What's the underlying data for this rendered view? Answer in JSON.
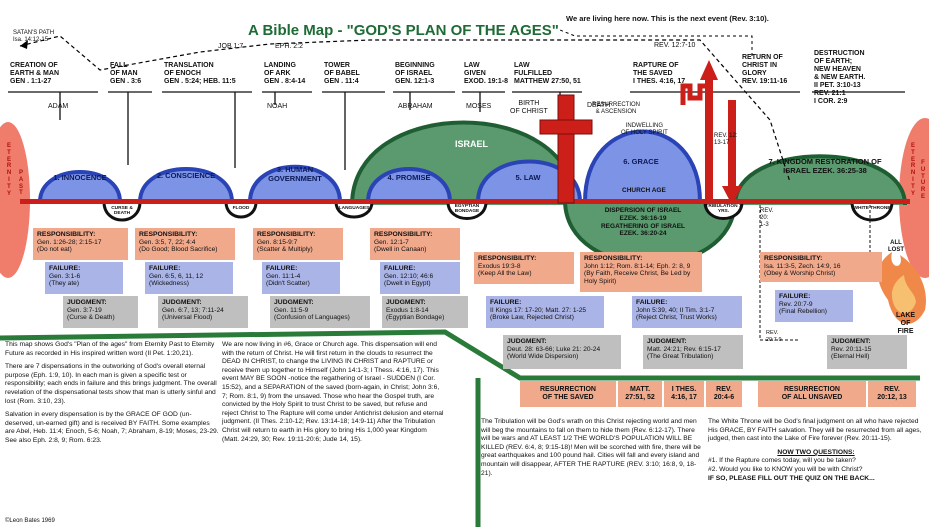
{
  "title": "A Bible Map - \"GOD'S PLAN OF THE AGES\"",
  "now_note": "We are living here now.  This is the next event (Rev. 3:10).",
  "top_refs": {
    "satans_path": "SATAN'S PATH\nIsa. 14:12-15",
    "job": "JOB 1:7",
    "eph": "EPH. 2:2",
    "rev12": "REV. 12:7-10"
  },
  "events": [
    {
      "id": "creation",
      "text": "CREATION OF\nEARTH & MAN\nGEN . 1:1-27"
    },
    {
      "id": "fall",
      "text": "FALL\nOF MAN\nGEN . 3:6"
    },
    {
      "id": "enoch",
      "text": "TRANSLATION\nOF ENOCH\nGEN . 5:24; HEB. 11:5"
    },
    {
      "id": "ark",
      "text": "LANDING\nOF ARK\nGEN . 8:4-14"
    },
    {
      "id": "babel",
      "text": "TOWER\nOF BABEL\nGEN . 11:4"
    },
    {
      "id": "israel",
      "text": "BEGINNING\nOF ISRAEL\nGEN. 12:1-3"
    },
    {
      "id": "law",
      "text": "LAW\nGIVEN\nEXOD. 19:1-8"
    },
    {
      "id": "fulfilled",
      "text": "LAW\nFULFILLED\nMATTHEW 27:50, 51"
    },
    {
      "id": "rapture",
      "text": "RAPTURE OF\nTHE SAVED\nI THES. 4:16, 17"
    },
    {
      "id": "return",
      "text": "RETURN OF\nCHRIST IN\nGLORY\nREV. 19:11-16"
    },
    {
      "id": "destruction",
      "text": "DESTRUCTION\nOF EARTH;\nNEW HEAVEN\n& NEW EARTH.\nII PET. 3:10-13\nREV. 21:1\nI COR. 2:9"
    }
  ],
  "people": {
    "adam": "ADAM",
    "noah": "NOAH",
    "abraham": "ABRAHAM",
    "moses": "MOSES",
    "death": "DEATH",
    "birth": "BIRTH\nOF CHRIST",
    "resurrection": "RESURRECTION\n& ASCENSION",
    "spirit": "INDWELLING\nOF HOLY SPIRIT",
    "israel_arc": "ISRAEL",
    "church_age": "CHURCH AGE",
    "rev_12": "REV. 12:\n13-17",
    "rev_20": "REV.\n20:\n1-3",
    "rev_20_7": "REV.\n20:7-9"
  },
  "eternity": {
    "past": "E\nT\nE\nR\nN\nI\nT\nY",
    "past2": "P\nA\nS\nT",
    "future": "E\nT\nE\nR\nN\nI\nT\nY",
    "future2": "F\nU\nT\nU\nR\nE"
  },
  "periods": [
    {
      "id": "p1",
      "text": "1.\nINNOCENCE"
    },
    {
      "id": "p2",
      "text": "2.\nCONSCIENCE"
    },
    {
      "id": "p3",
      "text": "3.\nHUMAN\nGOVERNMENT"
    },
    {
      "id": "p4",
      "text": "4.\nPROMISE"
    },
    {
      "id": "p5",
      "text": "5.\nLAW"
    },
    {
      "id": "p6",
      "text": "6.\nGRACE"
    },
    {
      "id": "p7",
      "text": "7.\nKINGDOM\nRESTORATION OF\nISRAEL\nEZEK. 36:25-38"
    }
  ],
  "judgment_labels": {
    "curse": "CURSE &\nDEATH",
    "flood": "FLOOD",
    "languages": "LANGUAGES",
    "egypt": "EGYPTIAN\nBONDAGE",
    "trib": "TRIBULATION\n7 YRS.",
    "white": "WHITE\nTHRONE",
    "all_lost": "ALL\nLOST",
    "lake": "LAKE\nOF\nFIRE"
  },
  "dispersion": "DISPERSION OF ISRAEL\nEZEK. 36:16-19\nREGATHERING OF ISRAEL\nEZEK. 36:20-24",
  "resp": [
    {
      "id": "r1",
      "head": "RESPONSIBILITY:",
      "body": "Gen. 1:26-28; 2:15-17\n(Do not eat)"
    },
    {
      "id": "r2",
      "head": "RESPONSIBILITY:",
      "body": "Gen. 3:5, 7, 22;  4:4\n(Do Good; Blood Sacrifice)"
    },
    {
      "id": "r3",
      "head": "RESPONSIBILITY:",
      "body": "Gen. 8:15-9:7\n(Scatter & Multiply)"
    },
    {
      "id": "r4",
      "head": "RESPONSIBILITY:",
      "body": "Gen. 12:1-7\n(Dwell in Canaan)"
    },
    {
      "id": "r5",
      "head": "RESPONSIBILITY:",
      "body": "Exodus 19:3-8\n(Keep All the Law)"
    },
    {
      "id": "r6",
      "head": "RESPONSIBILITY:",
      "body": "John 1:12; Rom. 8:1-14; Eph. 2: 8, 9\n(By Faith, Receive Christ, Be Led by\nHoly Spirit)"
    },
    {
      "id": "r7",
      "head": "RESPONSIBILITY:",
      "body": "Isa. 11:3-5, Zech. 14:9, 16\n(Obey & Worship Christ)"
    }
  ],
  "fail": [
    {
      "id": "f1",
      "head": "FAILURE:",
      "body": "Gen. 3:1-6\n(They ate)"
    },
    {
      "id": "f2",
      "head": "FAILURE:",
      "body": "Gen. 6:5, 6, 11, 12\n(Wickedness)"
    },
    {
      "id": "f3",
      "head": "FAILURE:",
      "body": "Gen. 11:1-4\n(Didn't Scatter)"
    },
    {
      "id": "f4",
      "head": "FAILURE:",
      "body": "Gen. 12:10; 46:6\n(Dwelt in Egypt)"
    },
    {
      "id": "f5",
      "head": "FAILURE:",
      "body": "II Kings 17: 17-20; Matt. 27: 1-25\n(Broke Law, Rejected Christ)"
    },
    {
      "id": "f6",
      "head": "FAILURE:",
      "body": "John 5:39, 40; II Tim. 3:1-7\n(Reject Christ, Trust Works)"
    },
    {
      "id": "f7",
      "head": "FAILURE:",
      "body": "Rev. 20:7-9\n(Final Rebellion)"
    }
  ],
  "judg": [
    {
      "id": "j1",
      "head": "JUDGMENT:",
      "body": "Gen. 3:7-19\n(Curse & Death)"
    },
    {
      "id": "j2",
      "head": "JUDGMENT:",
      "body": "Gen. 6:7, 13; 7:11-24\n(Universal Flood)"
    },
    {
      "id": "j3",
      "head": "JUDGMENT:",
      "body": "Gen. 11:5-9\n(Confusion of Languages)"
    },
    {
      "id": "j4",
      "head": "JUDGMENT:",
      "body": "Exodus 1:8-14\n(Egyptian Bondage)"
    },
    {
      "id": "j5",
      "head": "JUDGMENT:",
      "body": "Deut. 28: 63-66; Luke 21: 20-24\n(World Wide Dispersion)"
    },
    {
      "id": "j6",
      "head": "JUDGMENT:",
      "body": "Matt. 24:21; Rev. 6:15-17\n(The Great Tribulation)"
    },
    {
      "id": "j7",
      "head": "JUDGMENT:",
      "body": "Rev. 20:11-15\n(Eternal Hell)"
    }
  ],
  "res_saved": {
    "label": "RESURRECTION\nOF THE SAVED",
    "c1": "MATT.\n27:51, 52",
    "c2": "I THES.\n4:16, 17",
    "c3": "REV.\n20:4-6"
  },
  "res_unsaved": {
    "label": "RESURRECTION\nOF ALL UNSAVED",
    "c1": "REV.\n20:12, 13"
  },
  "paragraphs": {
    "left1": "This map shows God's \"Plan of the ages\" from Eternity Past to Eternity Future as recorded in His inspired written word (II Pet. 1:20,21).",
    "left2": "There are 7 dispensations in the outworking of God's overall eternal purpose (Eph. 1:9, 10). In each man is given a specific test or responsibility; each ends in failure and this brings judgment. The overall revelation of the dispensational tests show that man is utterly sinful and lost (Rom. 3:10, 23).",
    "left3": "Salvation in every dispensation is by the GRACE OF GOD (un-deserved, un-earned gift) and is received BY FAITH. Some examples are Abel, Heb. 11:4; Enoch, 5-6; Noah, 7; Abraham, 8-19; Moses, 23-29. See also Eph. 2:8, 9; Rom. 6:23.",
    "middle": "We are now living in #6, Grace or Church age. This dispensation will end with the return of Christ. He will first return in the clouds to resurrect the DEAD IN CHRIST, to change the LIVING IN CHRIST and RAPTURE or receive them up together to Himself (John 14:1-3; I Thess. 4:16, 17). This event MAY BE SOON -notice the regathering of Israel - SUDDEN (I Cor. 15:52), and a SEPARATION of the saved (born-again, in Christ; John 3:6, 7; Rom. 8:1, 9) from the unsaved. Those who hear the Gospel truth, are convicted by the Holy Spirit to trust Christ to be saved, but refuse and reject Christ to The Rapture will come under Antichrist delusion and eternal judgment. (II Thes. 2:10-12; Rev. 13:14-18; 14:9-11) After the Tribulation Christ will return to earth in His glory to bring His 1,000 year Kingdom (Matt. 24:29, 30; Rev. 19:11-20:6; Jude 14, 15).",
    "right1": "The Tribulation will be God's wrath on this Christ rejecting world and men will beg the mountains to fall on them to hide them (Rev. 6:12-17). There will be wars and AT LEAST 1/2 THE WORLD'S POPULATION WILL BE KILLED (REV. 6:4, 8; 9:15-18)! Men will be scorched with fire, there will be great earthquakes and 100 pound hail. Cities will fall and every island and mountain will disappear, AFTER THE RAPTURE (REV. 3:10; 16:8, 9, 18-21).",
    "right2": "The White Throne will be God's final judgment on all who have rejected His GRACE, BY FAITH salvation. They will be resurrected from all ages, judged, then cast into the Lake of Fire forever (Rev. 20:11-15).",
    "q_head": "NOW TWO QUESTIONS:",
    "q1": "#1.  If the Rapture comes today, will you be taken?",
    "q2": "#2.  Would you like to KNOW you will be with Christ?",
    "q3": "IF SO, PLEASE FILL OUT THE QUIZ ON THE BACK...",
    "copyright": "©Leon Bates 1969"
  },
  "colors": {
    "green": "#2a7a3a",
    "blue_arc": "#3c57c6",
    "red": "#cc1f1a",
    "salmon": "#f1a98c",
    "lavender": "#aab4e6",
    "gray": "#bfbfbf",
    "eternity": "#f07c6b"
  }
}
